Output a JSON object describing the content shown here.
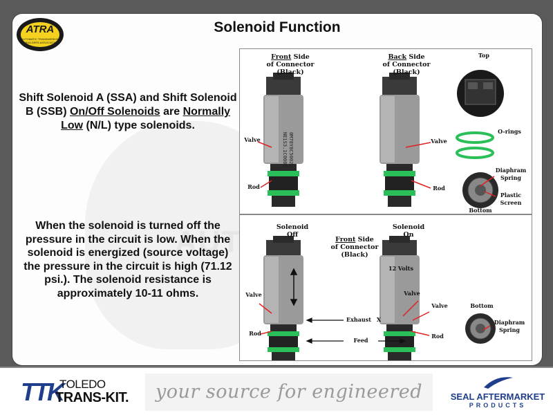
{
  "title": "Solenoid Function",
  "logo": {
    "text": "ATRA",
    "sub": "AUTOMATIC TRANSMISSION REBUILDERS ASSOCIATION"
  },
  "watermark_text": "AUTOMATI",
  "intro": {
    "p1": "Shift Solenoid A (SSA) and Shift Solenoid B (SSB) ",
    "p2": "On/Off Solenoids",
    "p3": " are ",
    "p4": "Normally Low",
    "p5": " (N/L) type solenoids."
  },
  "description": "When the solenoid is turned off the pressure in the circuit is low. When the solenoid is energized (source voltage) the pressure in the circuit is high (71.12 psi.). The solenoid resistance is approximately 10-11 ohms.",
  "top_diagram": {
    "front_label": "Front",
    "front_rest1": " Side",
    "front_line2": "of Connector",
    "front_line3": "(Black)",
    "back_label": "Back",
    "back_rest1": " Side",
    "back_line2": "of Connector",
    "back_line3": "(Black)",
    "top": "Top",
    "orings": "O-rings",
    "valve_left": "Valve",
    "valve_right": "Valve",
    "rod_left": "Rod",
    "rod_right": "Rod",
    "diaphram_spring": "Diaphram Spring",
    "plastic_screen": "Plastic Screen",
    "bottom": "Bottom",
    "code1": "NE1S3.1C0086",
    "code2": "0M78Y8C50022"
  },
  "bottom_diagram": {
    "off_label": "Solenoid",
    "off_state": "Off",
    "front_label": "Front",
    "front_rest1": " Side",
    "front_line2": "of Connector",
    "front_line3": "(Black)",
    "on_label": "Solenoid",
    "on_state": "On",
    "volts": "12 Volts",
    "valve_left": "Valve",
    "valve_mid": "Valve",
    "valve_right": "Valve",
    "exhaust": "Exhaust",
    "x_mark": "X",
    "rod_left": "Rod",
    "rod_right": "Rod",
    "feed": "Feed",
    "bottom": "Bottom",
    "diaphram_spring": "Diaphram Spring"
  },
  "footer": {
    "tt_mark": "TTK",
    "tt_name1": "TOLEDO",
    "tt_name2": "TRANS-KIT.",
    "slogan": "your source for engineered solutions",
    "seal_name": "SEAL AFTERMARKET",
    "seal_sub": "PRODUCTS"
  },
  "colors": {
    "accent_green": "#2bbf5a",
    "arrow_red": "#e02020",
    "logo_yellow": "#f4d21f",
    "brand_blue": "#1f3e8c"
  }
}
